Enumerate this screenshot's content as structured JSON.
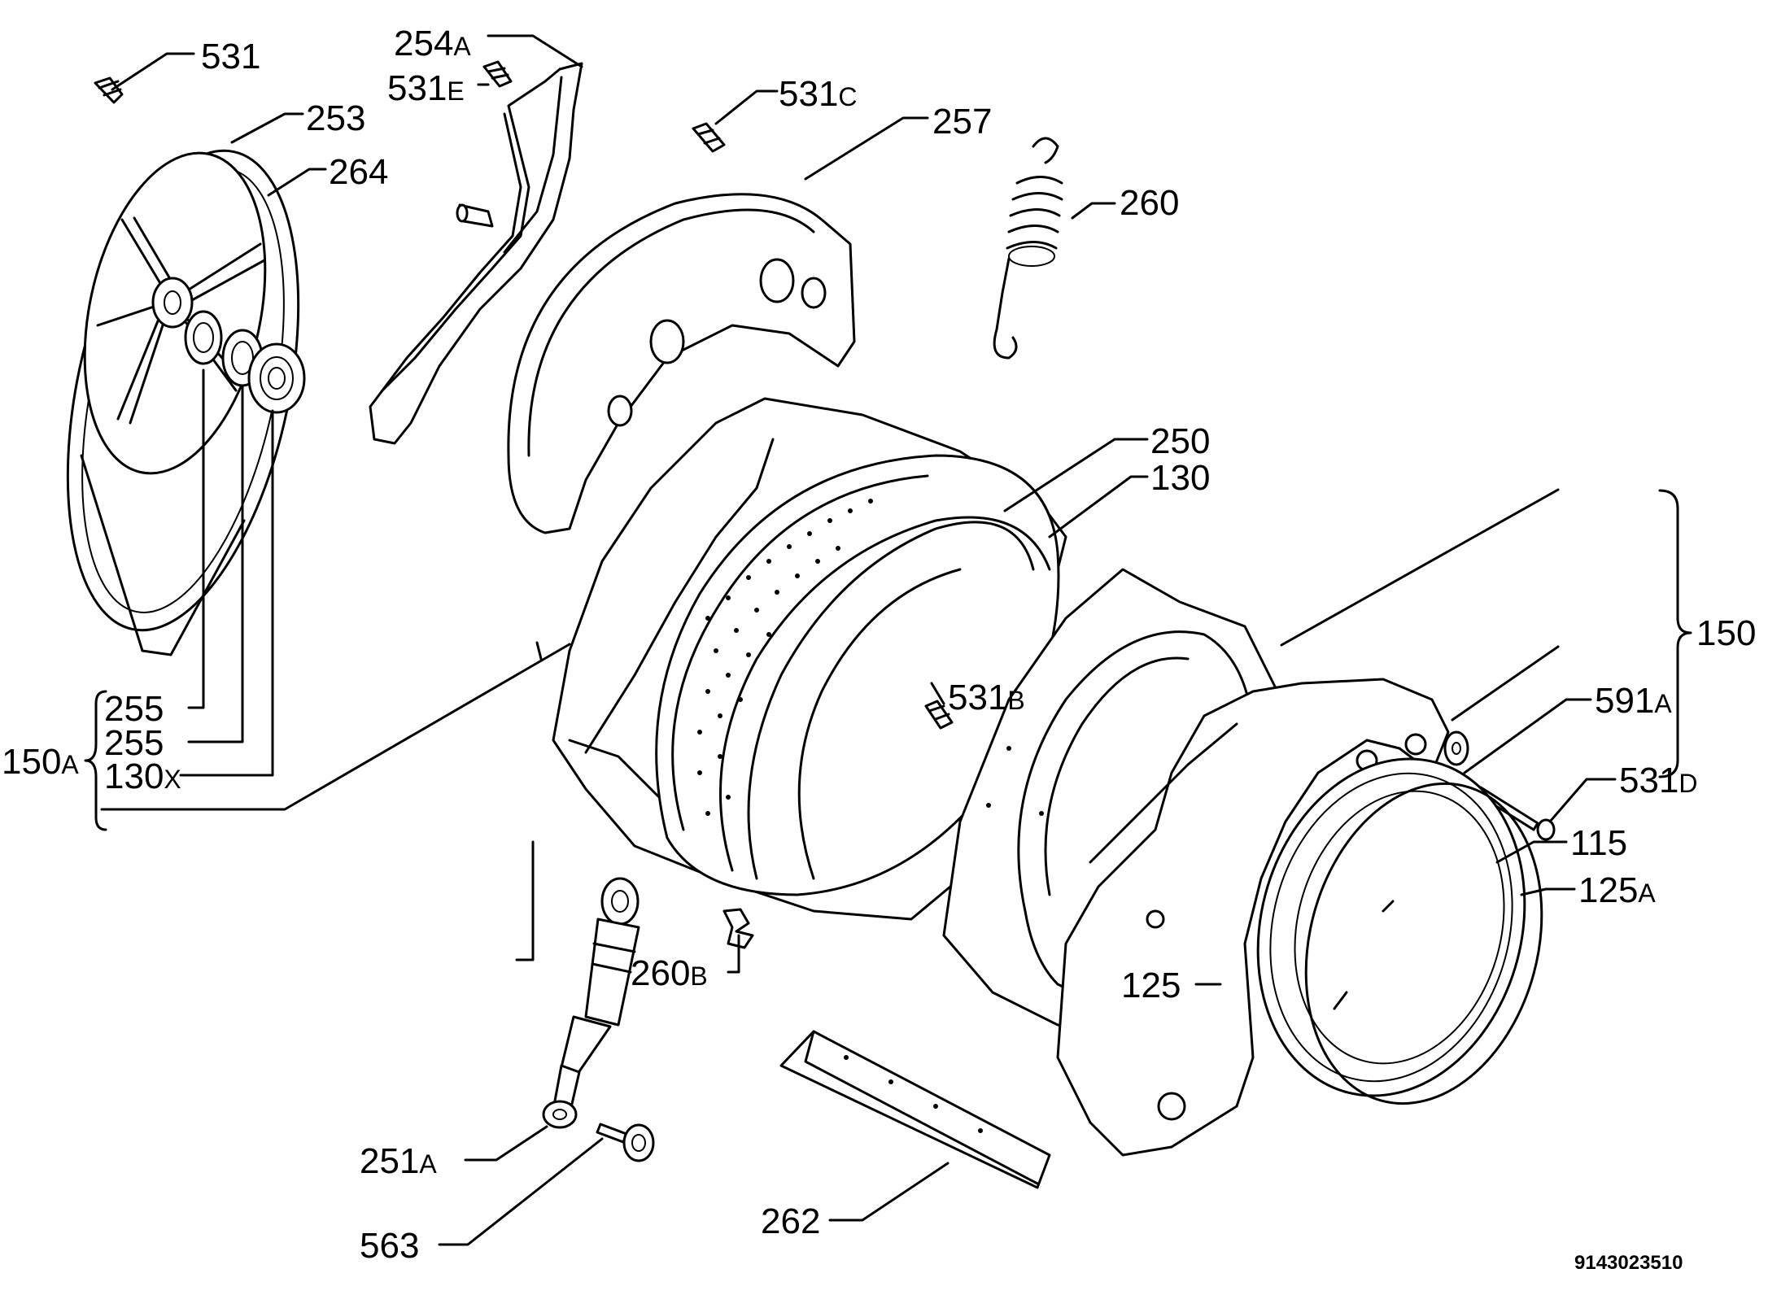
{
  "diagram": {
    "document_number": "9143023510",
    "labels": {
      "l531": {
        "num": "531",
        "suf": ""
      },
      "l254a": {
        "num": "254",
        "suf": "A"
      },
      "l531e": {
        "num": "531",
        "suf": "E"
      },
      "l531c": {
        "num": "531",
        "suf": "C"
      },
      "l257": {
        "num": "257",
        "suf": ""
      },
      "l253": {
        "num": "253",
        "suf": ""
      },
      "l264": {
        "num": "264",
        "suf": ""
      },
      "l260": {
        "num": "260",
        "suf": ""
      },
      "l250": {
        "num": "250",
        "suf": ""
      },
      "l130": {
        "num": "130",
        "suf": ""
      },
      "l150": {
        "num": "150",
        "suf": ""
      },
      "l591a": {
        "num": "591",
        "suf": "A"
      },
      "l531b": {
        "num": "531",
        "suf": "B"
      },
      "l531d": {
        "num": "531",
        "suf": "D"
      },
      "l115": {
        "num": "115",
        "suf": ""
      },
      "l125a": {
        "num": "125",
        "suf": "A"
      },
      "l125": {
        "num": "125",
        "suf": ""
      },
      "l255a": {
        "num": "255",
        "suf": ""
      },
      "l255b": {
        "num": "255",
        "suf": ""
      },
      "l130x": {
        "num": "130",
        "suf": "X"
      },
      "l150a": {
        "num": "150",
        "suf": "A"
      },
      "l260b": {
        "num": "260",
        "suf": "B"
      },
      "l251a": {
        "num": "251",
        "suf": "A"
      },
      "l563": {
        "num": "563",
        "suf": ""
      },
      "l262": {
        "num": "262",
        "suf": ""
      }
    }
  }
}
